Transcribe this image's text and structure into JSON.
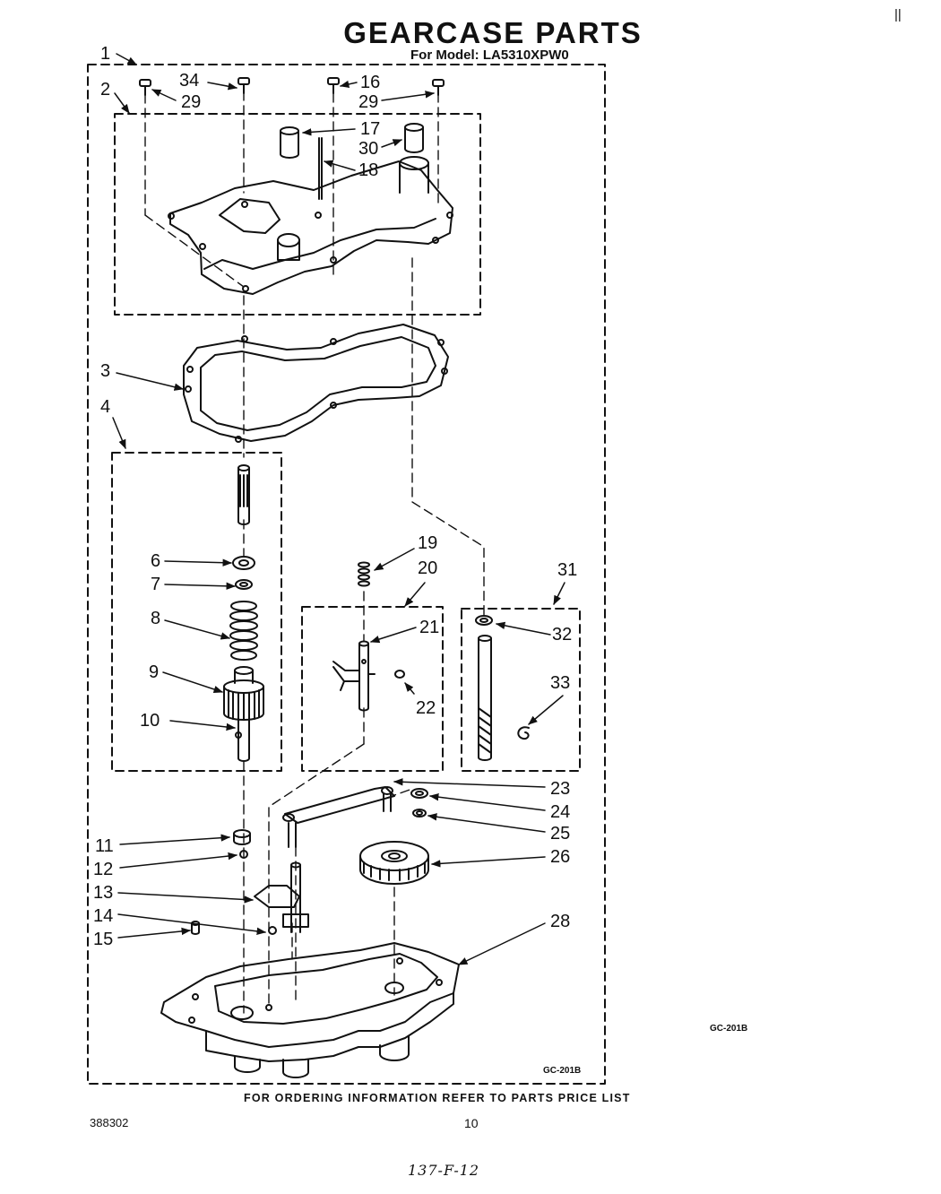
{
  "title": "GEARCASE PARTS",
  "model_line": "For Model: LA5310XPW0",
  "footer_text": "FOR ORDERING INFORMATION REFER TO PARTS PRICE LIST",
  "doc_number": "388302",
  "page_number": "10",
  "diagram_code_inner": "GC-201B",
  "diagram_code_outer": "GC-201B",
  "handwritten_note": "137-F-12",
  "corner_mark": "||",
  "callouts": {
    "c1": "1",
    "c2": "2",
    "c3": "3",
    "c4": "4",
    "c6": "6",
    "c7": "7",
    "c8": "8",
    "c9": "9",
    "c10": "10",
    "c11": "11",
    "c12": "12",
    "c13": "13",
    "c14": "14",
    "c15": "15",
    "c16": "16",
    "c17": "17",
    "c18": "18",
    "c19": "19",
    "c20": "20",
    "c21": "21",
    "c22": "22",
    "c23": "23",
    "c24": "24",
    "c25": "25",
    "c26": "26",
    "c28": "28",
    "c29a": "29",
    "c29b": "29",
    "c30": "30",
    "c31": "31",
    "c32": "32",
    "c33": "33",
    "c34": "34"
  }
}
